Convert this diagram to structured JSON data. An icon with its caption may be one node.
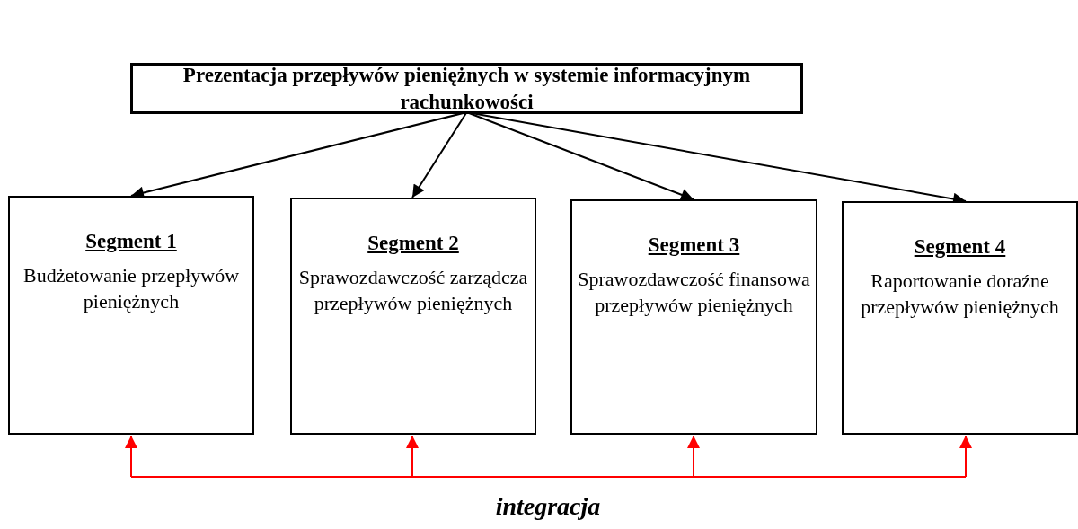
{
  "diagram": {
    "nodes": [
      {
        "text": [
          "Prezentacja przepływów pieniężnych w systemie informacyjnym rachunkowości"
        ]
      },
      {
        "text": [
          "Segment 1",
          "Budżetowanie przepływów pieniężnych"
        ]
      },
      {
        "text": [
          "Segment 2",
          "Sprawozdawczość zarządcza przepływów pieniężnych"
        ]
      },
      {
        "text": [
          "Segment 3",
          "Sprawozdawczość finansowa przepływów pieniężnych"
        ]
      },
      {
        "text": [
          "Segment 4",
          "Raportowanie doraźne przepływów pieniężnych"
        ]
      }
    ],
    "edges": [
      {
        "from": 0,
        "to": 1,
        "arrow": "to"
      },
      {
        "from": 0,
        "to": 2,
        "arrow": "to"
      },
      {
        "from": 0,
        "to": 3,
        "arrow": "to"
      },
      {
        "from": 0,
        "to": 4,
        "arrow": "to"
      },
      {
        "from": null,
        "to": 1,
        "arrow": "to",
        "color": "#ff0000"
      },
      {
        "from": null,
        "to": 2,
        "arrow": "to",
        "color": "#ff0000"
      },
      {
        "from": null,
        "to": 3,
        "arrow": "to",
        "color": "#ff0000"
      },
      {
        "from": null,
        "to": 4,
        "arrow": "to",
        "color": "#ff0000"
      }
    ],
    "labels": [
      "integracja"
    ]
  }
}
